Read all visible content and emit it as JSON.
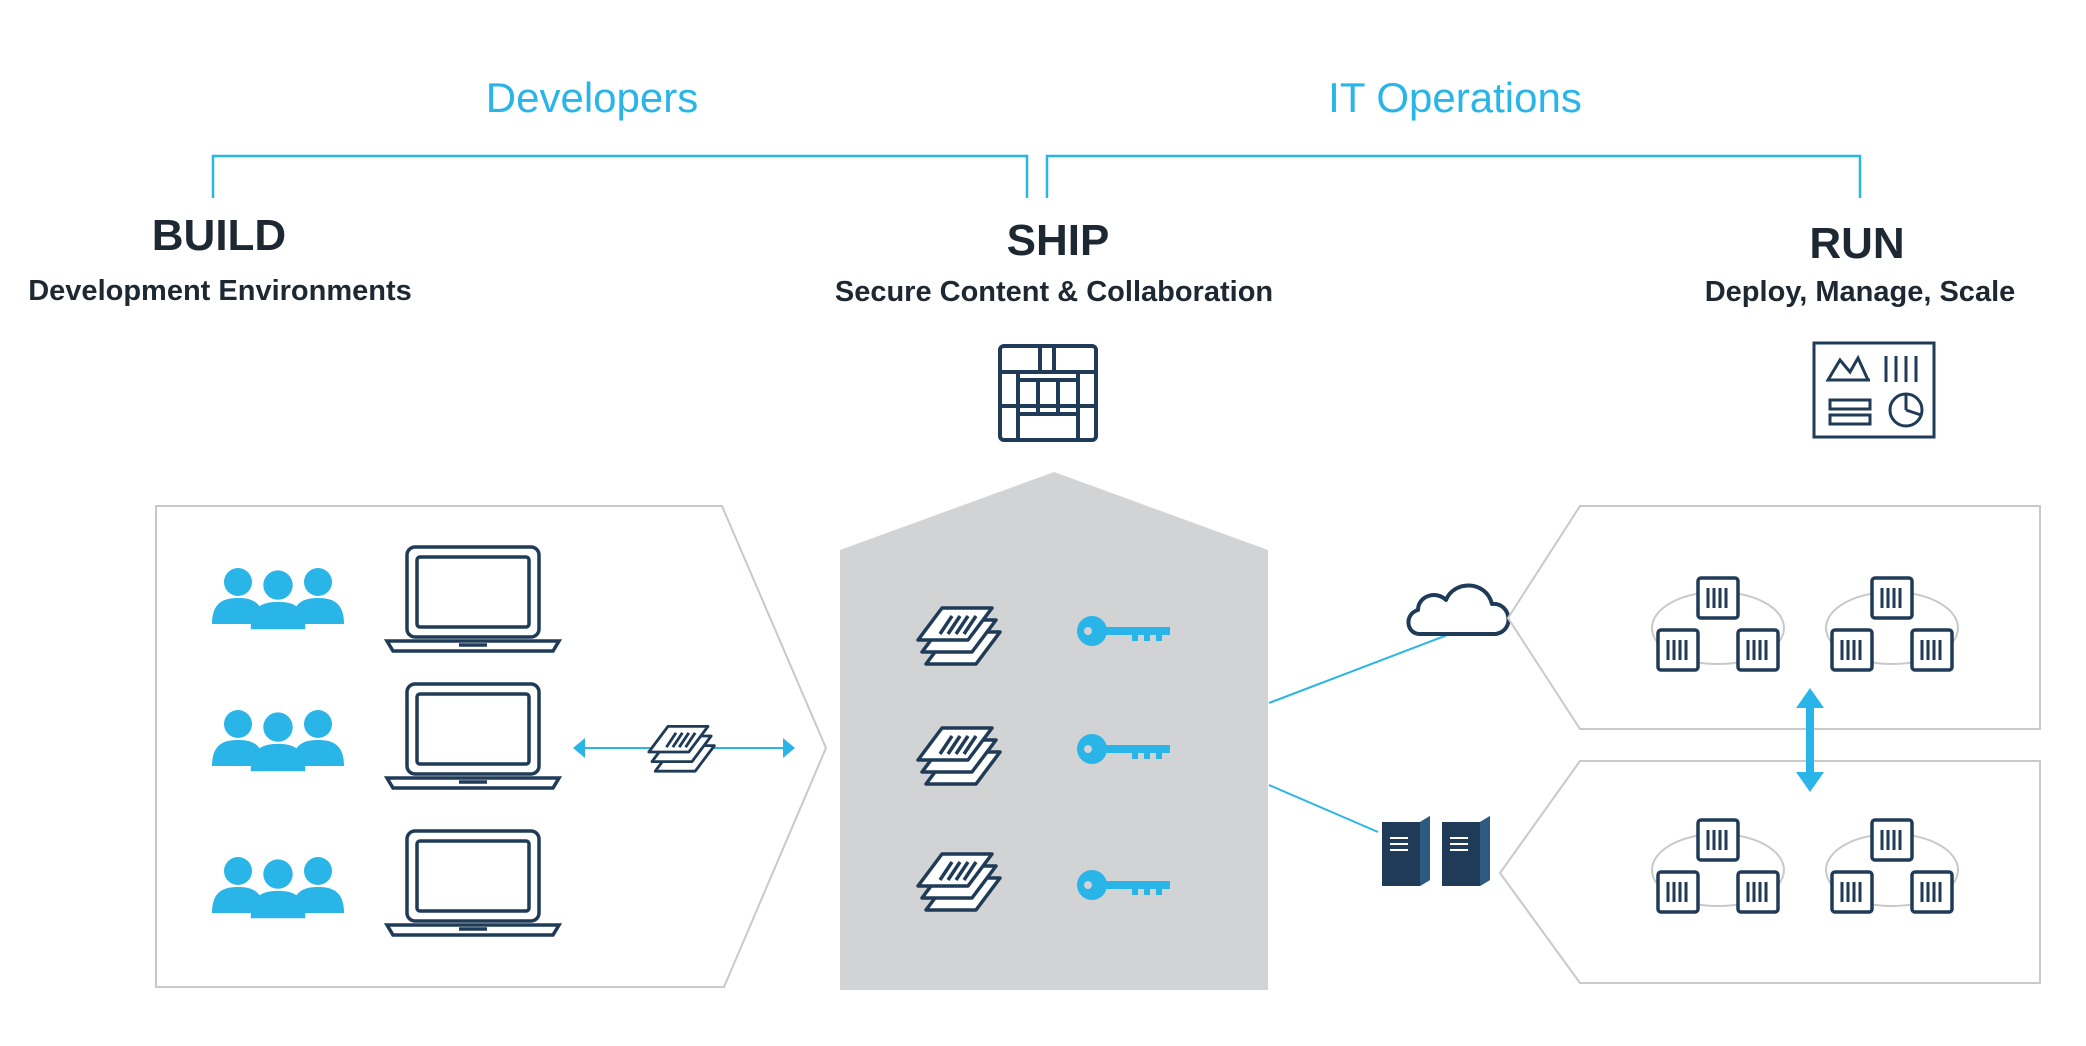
{
  "groups": {
    "developers": "Developers",
    "it_operations": "IT Operations"
  },
  "stages": {
    "build": {
      "title": "BUILD",
      "subtitle": "Development Environments"
    },
    "ship": {
      "title": "SHIP",
      "subtitle": "Secure Content & Collaboration"
    },
    "run": {
      "title": "RUN",
      "subtitle": "Deploy, Manage, Scale"
    }
  },
  "colors": {
    "accent": "#29b5e8",
    "dark": "#1f3b57",
    "panel": "#d1d3d5",
    "outline": "#c7c9cb",
    "text": "#1d2833"
  },
  "icons": {
    "build": [
      "people-icon",
      "laptop-icon",
      "image-stack-icon",
      "double-arrow-icon"
    ],
    "ship": [
      "registry-icon",
      "image-stack-icon",
      "key-icon"
    ],
    "run": [
      "dashboard-icon",
      "cloud-icon",
      "server-icon",
      "container-cluster-icon",
      "vertical-double-arrow-icon"
    ]
  }
}
